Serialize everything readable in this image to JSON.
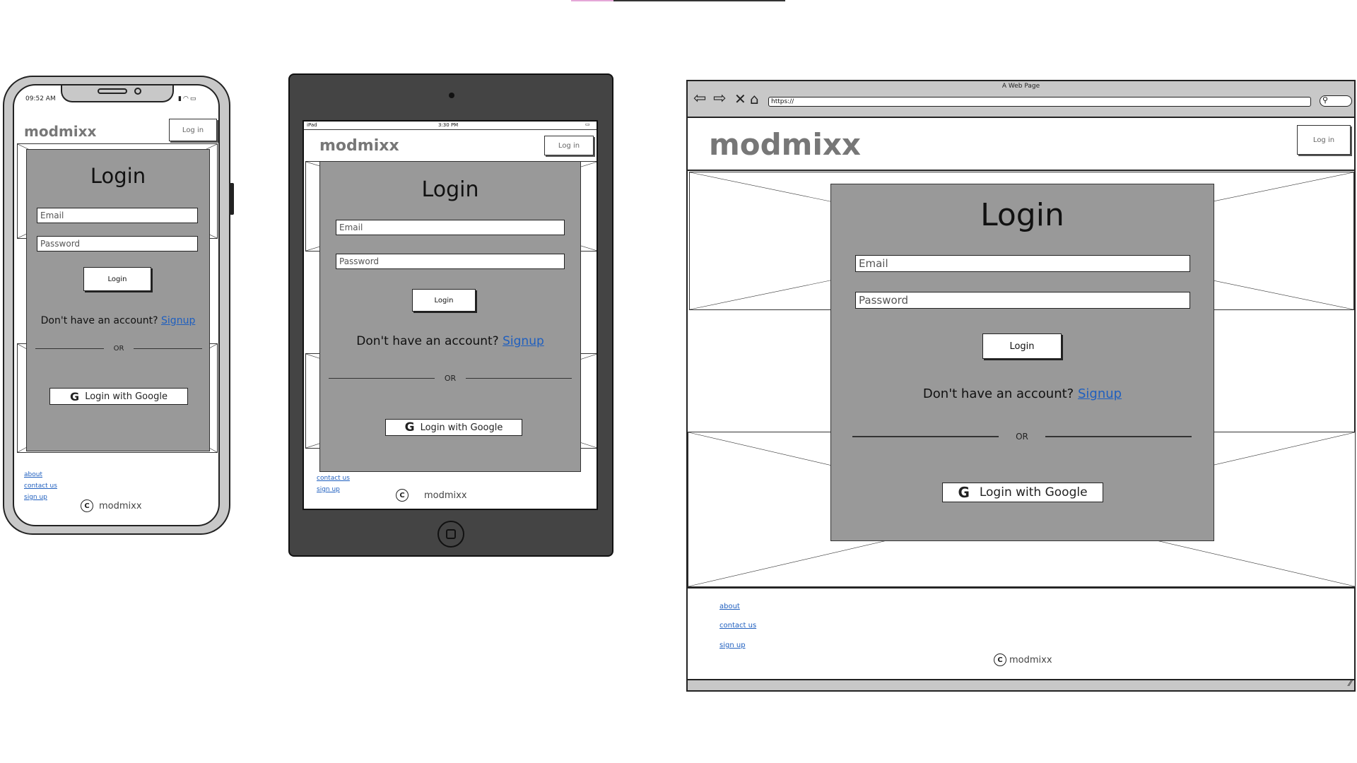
{
  "brand": "modmixx",
  "header_login": "Log in",
  "login_title": "Login",
  "email_placeholder": "Email",
  "password_placeholder": "Password",
  "login_button": "Login",
  "no_account": "Don't have an account?",
  "signup": "Signup",
  "or": "OR",
  "google_button": "Login with Google",
  "google_mark": "G",
  "copyright_mark": "C",
  "footer_links": {
    "about": "about",
    "contact": "contact us",
    "signup": "sign up"
  },
  "phone": {
    "time": "09:52 AM"
  },
  "tablet": {
    "device": "iPad",
    "time": "3:30 PM"
  },
  "browser": {
    "title": "A Web Page",
    "url": "https://"
  },
  "icons": [
    "back-arrow-icon",
    "forward-arrow-icon",
    "close-icon",
    "home-icon",
    "search-icon",
    "wifi-icon",
    "signal-icon",
    "battery-icon",
    "google-g-icon",
    "copyright-icon",
    "resize-grip-icon"
  ],
  "colors": {
    "card": "#999999",
    "tablet_body": "#444444",
    "phone_frame": "#c8c8c8",
    "link": "#1f5fbf"
  }
}
